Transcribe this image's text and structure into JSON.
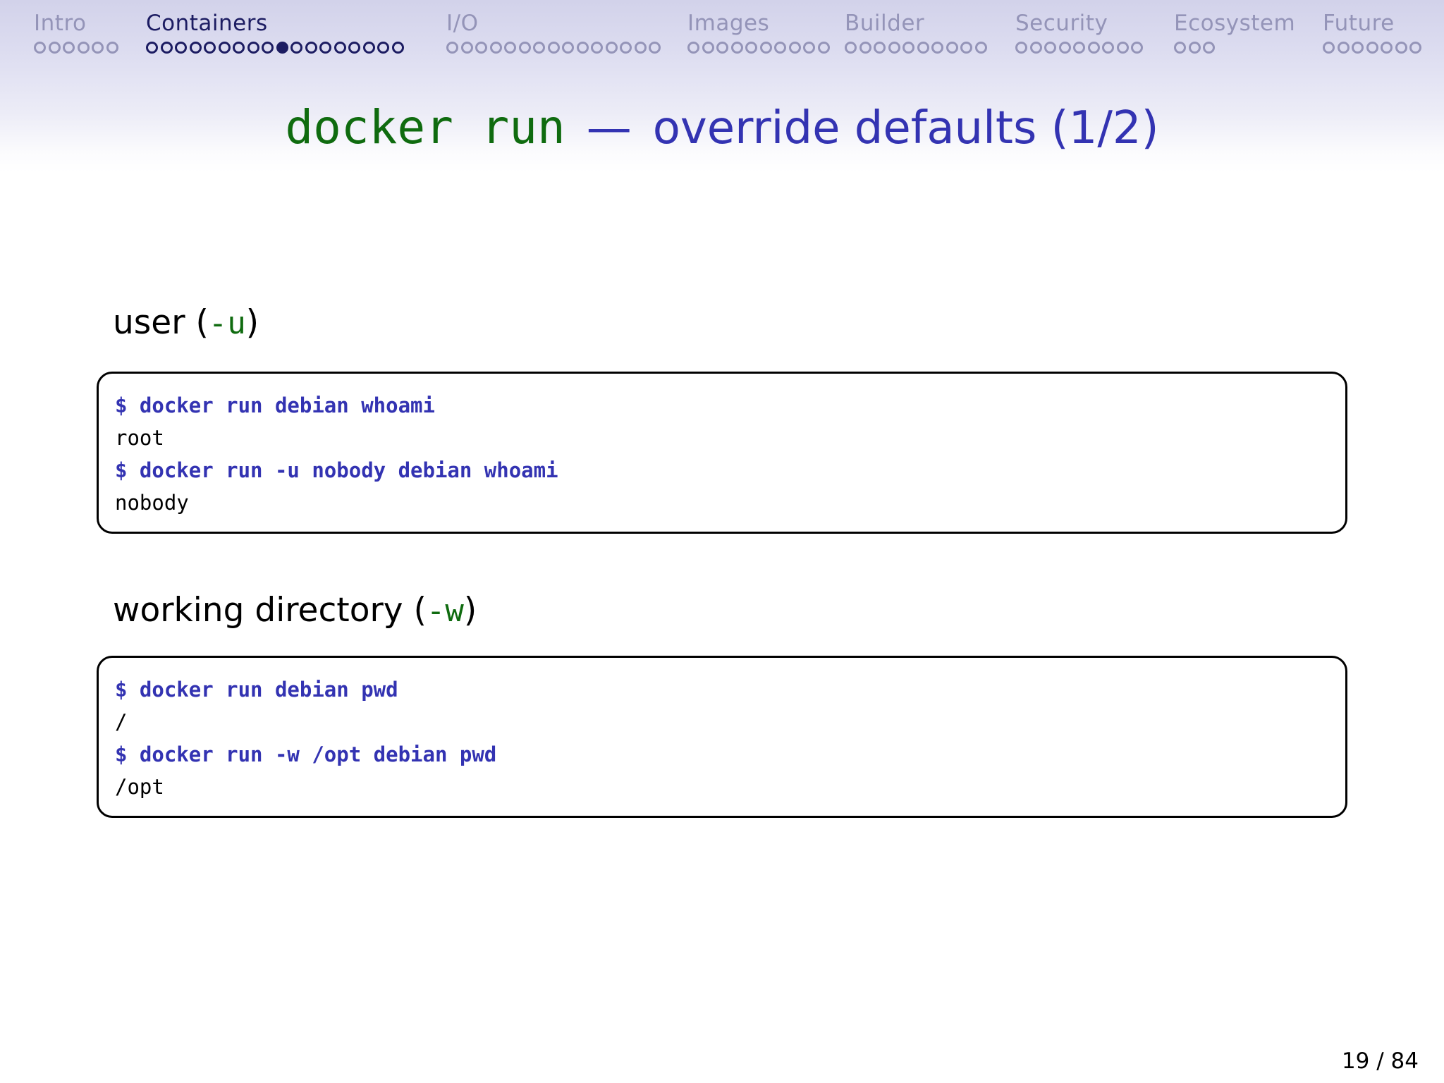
{
  "nav": {
    "sections": [
      {
        "label": "Intro",
        "dot_count": 6,
        "active": false,
        "current_dot": -1
      },
      {
        "label": "Containers",
        "dot_count": 18,
        "active": true,
        "current_dot": 9
      },
      {
        "label": "I/O",
        "dot_count": 15,
        "active": false,
        "current_dot": -1
      },
      {
        "label": "Images",
        "dot_count": 10,
        "active": false,
        "current_dot": -1
      },
      {
        "label": "Builder",
        "dot_count": 10,
        "active": false,
        "current_dot": -1
      },
      {
        "label": "Security",
        "dot_count": 9,
        "active": false,
        "current_dot": -1
      },
      {
        "label": "Ecosystem",
        "dot_count": 3,
        "active": false,
        "current_dot": -1
      },
      {
        "label": "Future",
        "dot_count": 7,
        "active": false,
        "current_dot": -1
      }
    ]
  },
  "title": {
    "command": "docker run",
    "separator": "—",
    "rest": "override defaults (1/2)"
  },
  "sections": [
    {
      "label": "user",
      "paren_open": " (",
      "option": "-u",
      "paren_close": ")",
      "lines": [
        {
          "type": "command",
          "text": "$ docker run debian whoami"
        },
        {
          "type": "output",
          "text": "root"
        },
        {
          "type": "command",
          "text": "$ docker run -u nobody debian whoami"
        },
        {
          "type": "output",
          "text": "nobody"
        }
      ]
    },
    {
      "label": "working directory",
      "paren_open": " (",
      "option": "-w",
      "paren_close": ")",
      "lines": [
        {
          "type": "command",
          "text": "$ docker run debian pwd"
        },
        {
          "type": "output",
          "text": "/"
        },
        {
          "type": "command",
          "text": "$ docker run -w /opt debian pwd"
        },
        {
          "type": "output",
          "text": "/opt"
        }
      ]
    }
  ],
  "footer": {
    "page_indicator": "19 / 84"
  },
  "colors": {
    "structure_blue": "#3333b2",
    "command_green": "#0f6b0f",
    "nav_active": "#1c1c62",
    "nav_inactive": "#9494b8",
    "background_gradient_top": "#d2d2ea",
    "background": "#ffffff"
  }
}
